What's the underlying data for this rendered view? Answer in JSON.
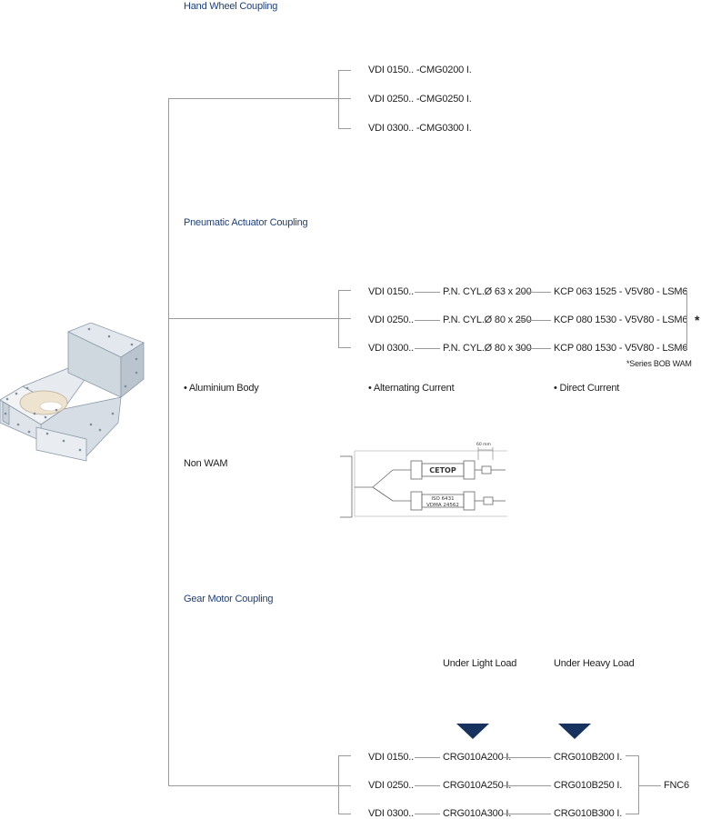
{
  "hand_wheel": {
    "title": "Hand Wheel Coupling",
    "rows": [
      "VDI 0150.. -CMG0200 I.",
      "VDI 0250.. -CMG0250 I.",
      "VDI 0300.. -CMG0300 I."
    ]
  },
  "pneumatic": {
    "title": "Pneumatic Actuator Coupling",
    "rows": [
      {
        "vdi": "VDI 0150..",
        "cyl": "P.N. CYL.Ø 63 x 200",
        "kcp": "KCP 063 1525 - V5V80 - LSM6"
      },
      {
        "vdi": "VDI 0250..",
        "cyl": "P.N. CYL.Ø 80 x 250",
        "kcp": "KCP 080 1530 - V5V80 - LSM6"
      },
      {
        "vdi": "VDI 0300..",
        "cyl": "P.N. CYL.Ø 80 x 300",
        "kcp": "KCP 080 1530 - V5V80 - LSM6"
      }
    ],
    "asterisk": "*",
    "series_note": "*Series BOB WAM",
    "bullets": [
      "• Aluminium Body",
      "• Alternating Current",
      "• Direct Current"
    ]
  },
  "non_wam": {
    "label": "Non WAM",
    "dimension": "60 mm",
    "cylinder_1_label": "CETOP",
    "cylinder_2_label_1": "ISO 6431",
    "cylinder_2_label_2": "VDMA 24562"
  },
  "gear_motor": {
    "title": "Gear Motor Coupling",
    "load_light": "Under Light Load",
    "load_heavy": "Under Heavy Load",
    "rows": [
      {
        "vdi": "VDI 0150..",
        "light": "CRG010A200 I.",
        "heavy": "CRG010B200 I."
      },
      {
        "vdi": "VDI 0250..",
        "light": "CRG010A250 I.",
        "heavy": "CRG010B250 I."
      },
      {
        "vdi": "VDI 0300..",
        "light": "CRG010A300 I.",
        "heavy": "CRG010B300 I."
      }
    ],
    "result": "FNC6"
  },
  "colors": {
    "heading": "#1d3f7a",
    "arrow": "#17325f",
    "line": "#9a9a9a"
  }
}
